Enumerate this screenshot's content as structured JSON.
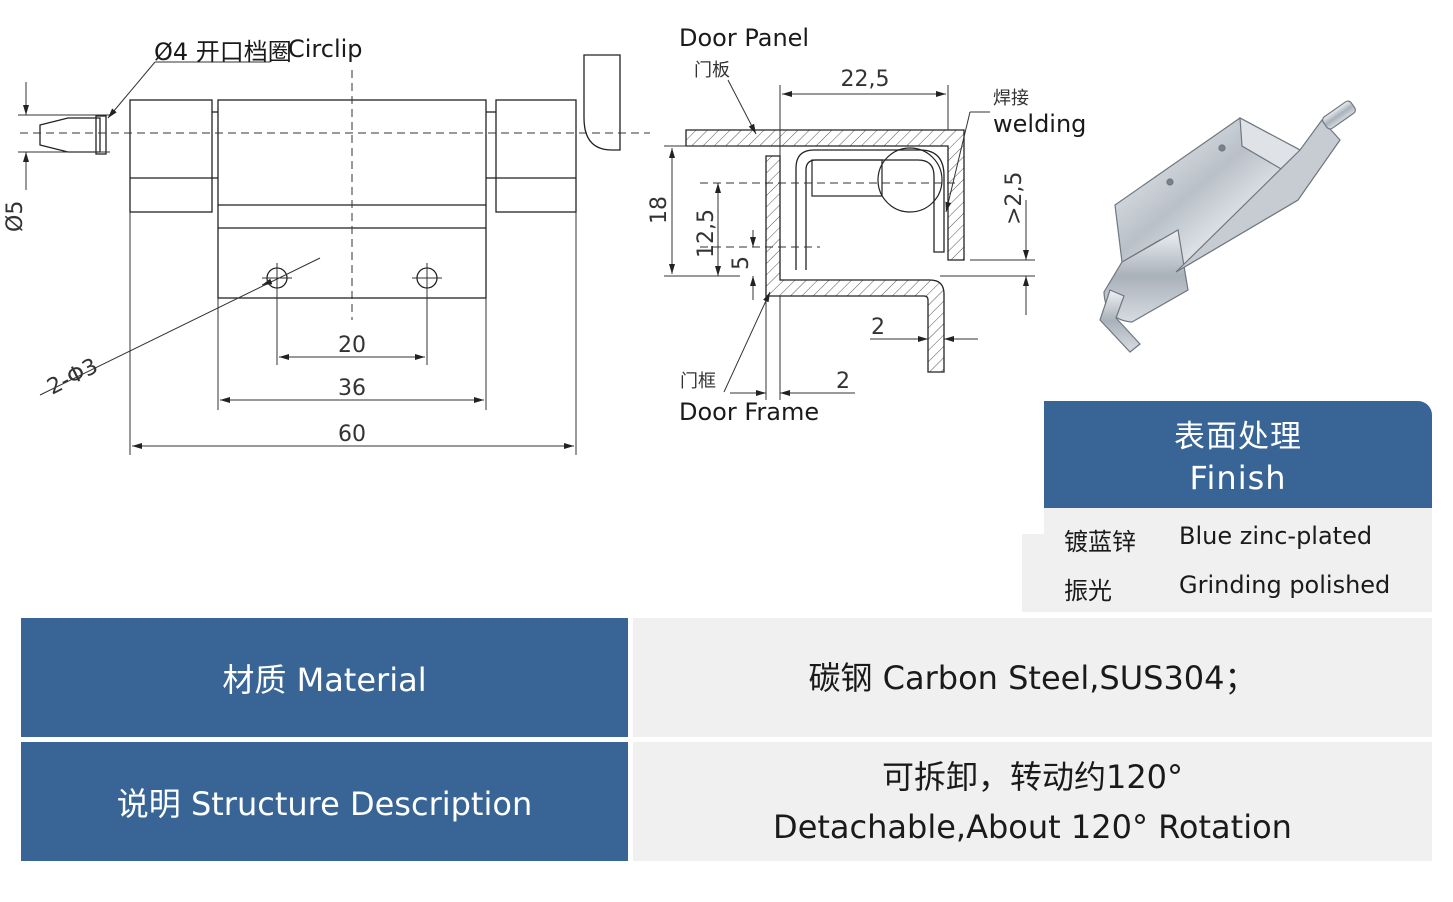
{
  "drawing_left": {
    "circlip_spec": "Ø4 开口档圈",
    "circlip_label": "Circlip",
    "shaft_dia": "Ø5",
    "holes_label": "2-Φ3",
    "dims": {
      "hole_spacing": "20",
      "leaf_width": "36",
      "overall": "60"
    }
  },
  "drawing_right": {
    "door_panel_cn": "门板",
    "door_panel_en": "Door Panel",
    "welding_cn": "焊接",
    "welding_en": "welding",
    "door_frame_cn": "门框",
    "door_frame_en": "Door Frame",
    "dims": {
      "width": "22,5",
      "height": "18",
      "offset": "12,5",
      "gap": "5",
      "clearance": ">2,5",
      "thk_panel": "2",
      "thk_frame": "2"
    }
  },
  "finish": {
    "title_cn": "表面处理",
    "title_en": "Finish",
    "rows": [
      {
        "cn": "镀蓝锌",
        "en": "Blue zinc-plated"
      },
      {
        "cn": "振光",
        "en": "Grinding polished"
      }
    ]
  },
  "specs": [
    {
      "label": "材质 Material",
      "value_lines": [
        "碳钢   Carbon Steel,SUS304；"
      ]
    },
    {
      "label": "说明 Structure Description",
      "value_lines": [
        "可拆卸，转动约120°",
        "Detachable,About 120° Rotation"
      ]
    }
  ],
  "colors": {
    "header_blue": "#386596",
    "panel_gray": "#f0f0f0"
  }
}
